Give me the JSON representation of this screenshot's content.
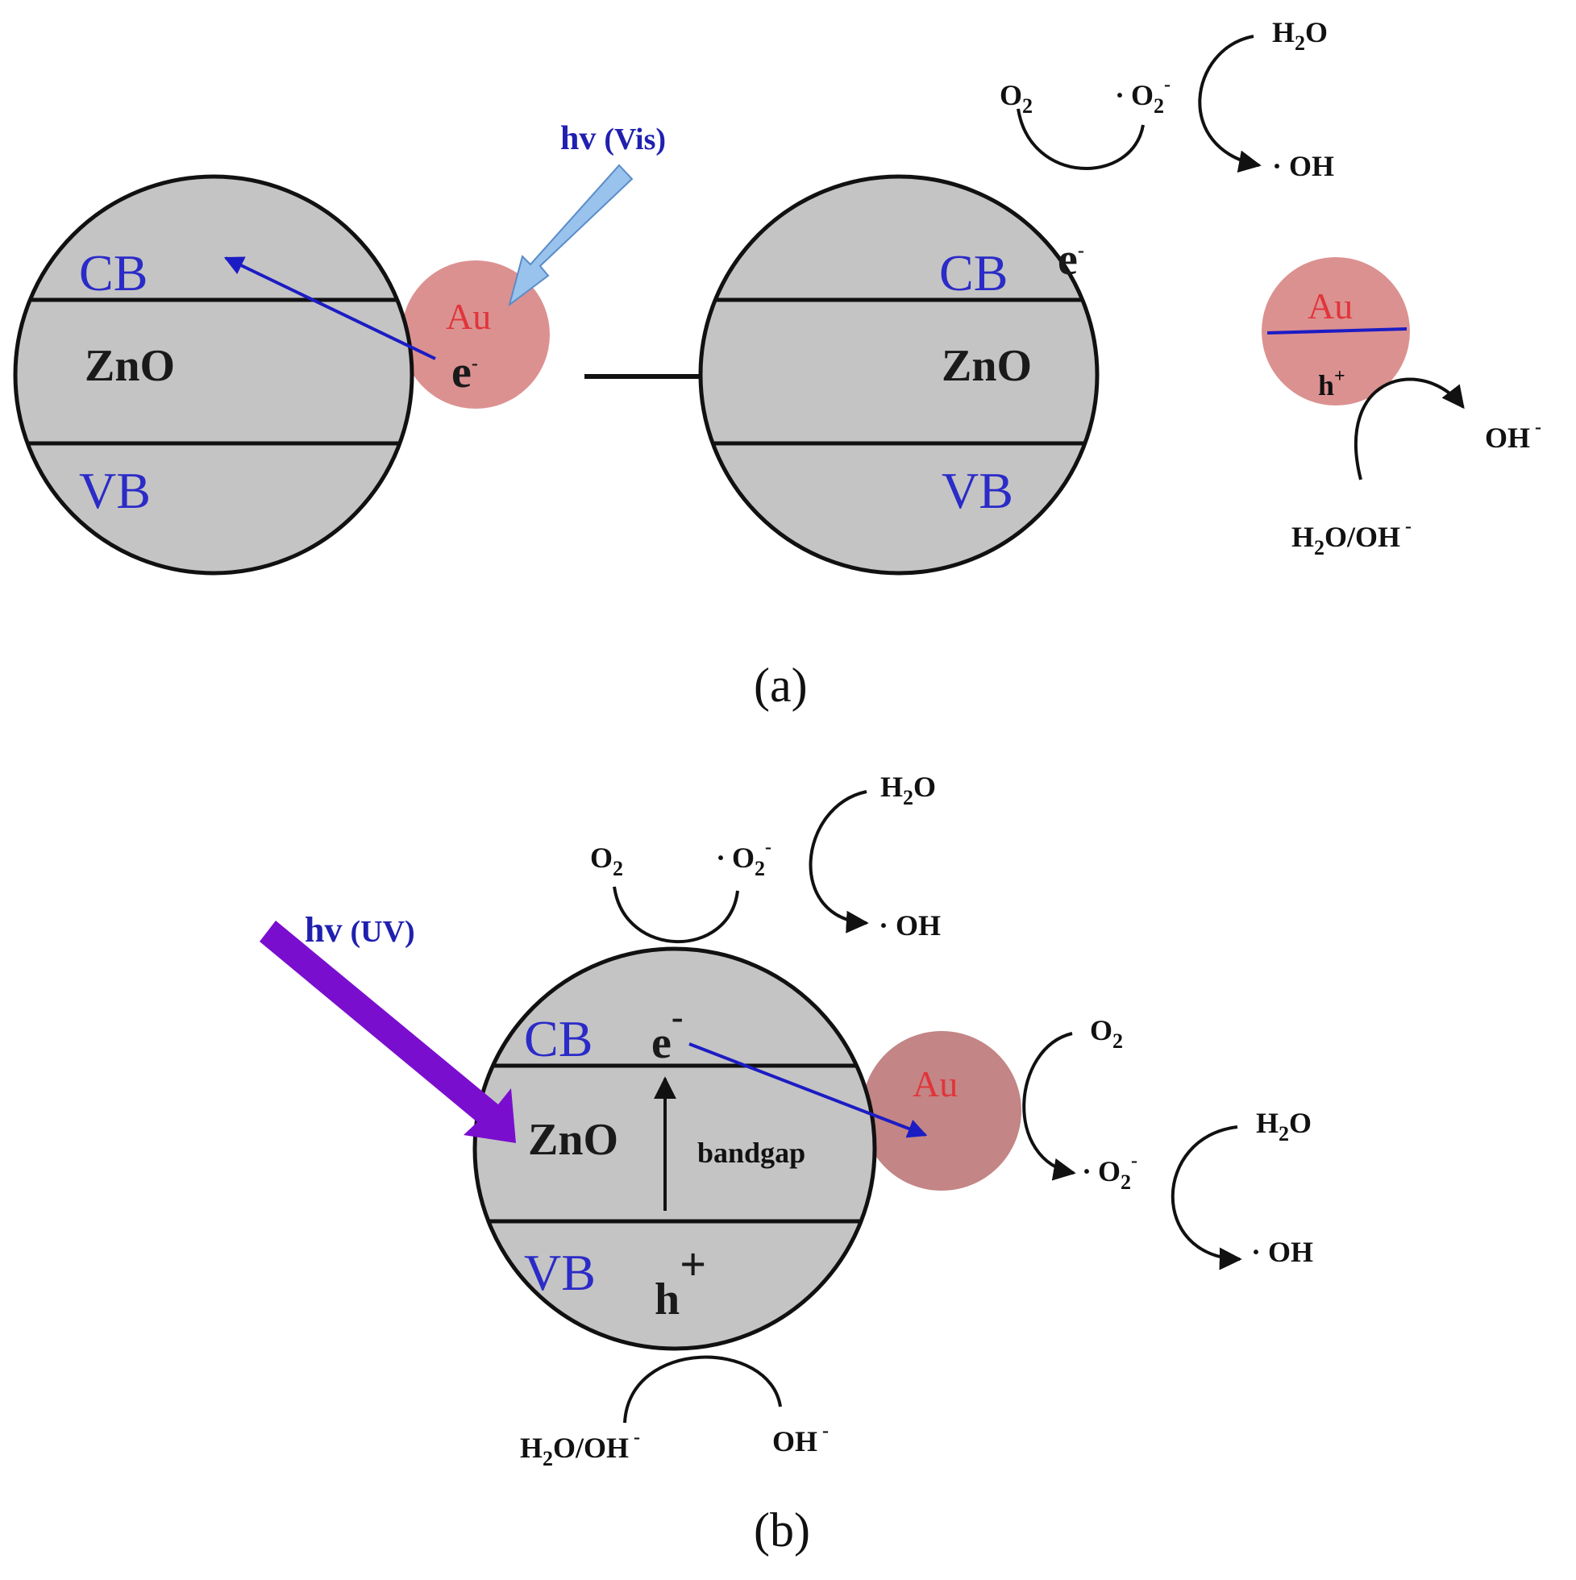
{
  "colors": {
    "particle_fill": "#c4c4c4",
    "au_fill_a": "#dc9191",
    "au_fill_b": "#c38585",
    "band_label": "#2b2bc8",
    "au_label": "#e0353a",
    "vis_arrow": "#99c2ec",
    "uv_arrow": "#7a0ecf",
    "electron_arrow": "#1c1cc4"
  },
  "panel_a": {
    "label": "(a)",
    "left": {
      "cb": "CB",
      "vb": "VB",
      "core": "ZnO",
      "au": "Au",
      "electron": "e",
      "electron_sup": "-",
      "light_hv": "hv",
      "light_band": "(Vis)"
    },
    "right": {
      "cb": "CB",
      "vb": "VB",
      "core": "ZnO",
      "au": "Au",
      "electron": "e",
      "electron_sup": "-",
      "hole": "h",
      "hole_sup": "+",
      "o2": "O",
      "o2_sub": "2",
      "superoxide_dot": "·",
      "superoxide": "O",
      "superoxide_sub": "2",
      "superoxide_sup": "-",
      "h2o_a": "H",
      "h2o_sub": "2",
      "h2o_b": "O",
      "oh_radical": "· OH",
      "oh_minus": "OH",
      "oh_minus_sup": "-",
      "h2o_oh_a": "H",
      "h2o_oh_sub": "2",
      "h2o_oh_b": "O/OH",
      "h2o_oh_sup": "-"
    }
  },
  "panel_b": {
    "label": "(b)",
    "cb": "CB",
    "vb": "VB",
    "core": "ZnO",
    "au": "Au",
    "electron": "e",
    "electron_sup": "-",
    "hole": "h",
    "hole_sup": "+",
    "bandgap": "bandgap",
    "light_hv": "hv",
    "light_band": "(UV)",
    "top": {
      "o2": "O",
      "o2_sub": "2",
      "superoxide_dot": "·",
      "superoxide": "O",
      "superoxide_sub": "2",
      "superoxide_sup": "-",
      "h2o_a": "H",
      "h2o_sub": "2",
      "h2o_b": "O",
      "oh_radical": "· OH"
    },
    "right": {
      "o2": "O",
      "o2_sub": "2",
      "superoxide_dot": "·",
      "superoxide": "O",
      "superoxide_sub": "2",
      "superoxide_sup": "-",
      "h2o_a": "H",
      "h2o_sub": "2",
      "h2o_b": "O",
      "oh_radical": "· OH"
    },
    "bottom": {
      "h2o_oh_a": "H",
      "h2o_oh_sub": "2",
      "h2o_oh_b": "O/OH",
      "h2o_oh_sup": "-",
      "oh_minus": "OH",
      "oh_minus_sup": "-"
    }
  }
}
